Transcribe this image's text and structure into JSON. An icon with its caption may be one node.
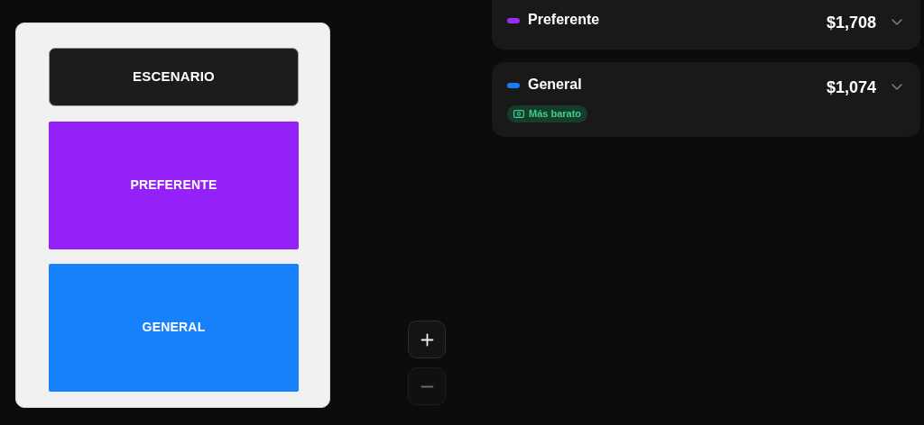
{
  "diagram": {
    "nodes": [
      {
        "text": [],
        "shape": "box"
      },
      {
        "text": [
          "ESCENARIO"
        ],
        "in": 0
      },
      {
        "text": [
          "PREFERENTE"
        ],
        "in": 0
      },
      {
        "text": [
          "GENERAL"
        ],
        "in": 0
      },
      {
        "text": [
          "Preferente",
          "$1,708"
        ]
      },
      {
        "text": [
          "General",
          "$1,074"
        ]
      },
      {
        "text": [
          "Más barato"
        ],
        "in": 5
      }
    ],
    "edges": []
  }
}
